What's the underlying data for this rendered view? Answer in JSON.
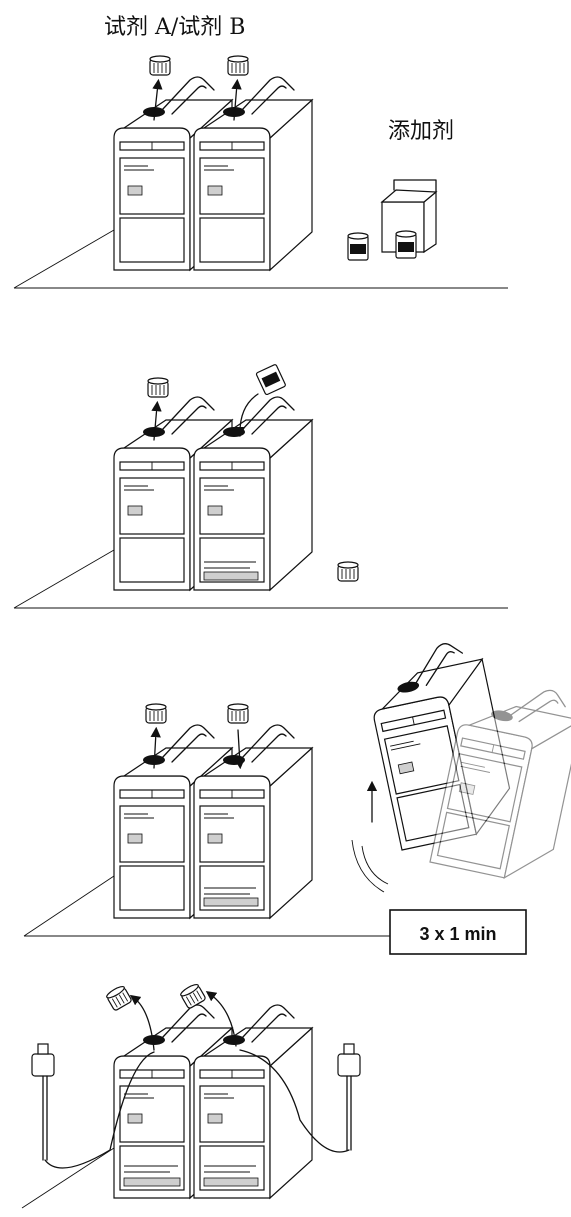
{
  "title": "试剂 A/试剂 B",
  "additive_label": "添加剂",
  "mix_time_label": "3 x 1 min"
}
